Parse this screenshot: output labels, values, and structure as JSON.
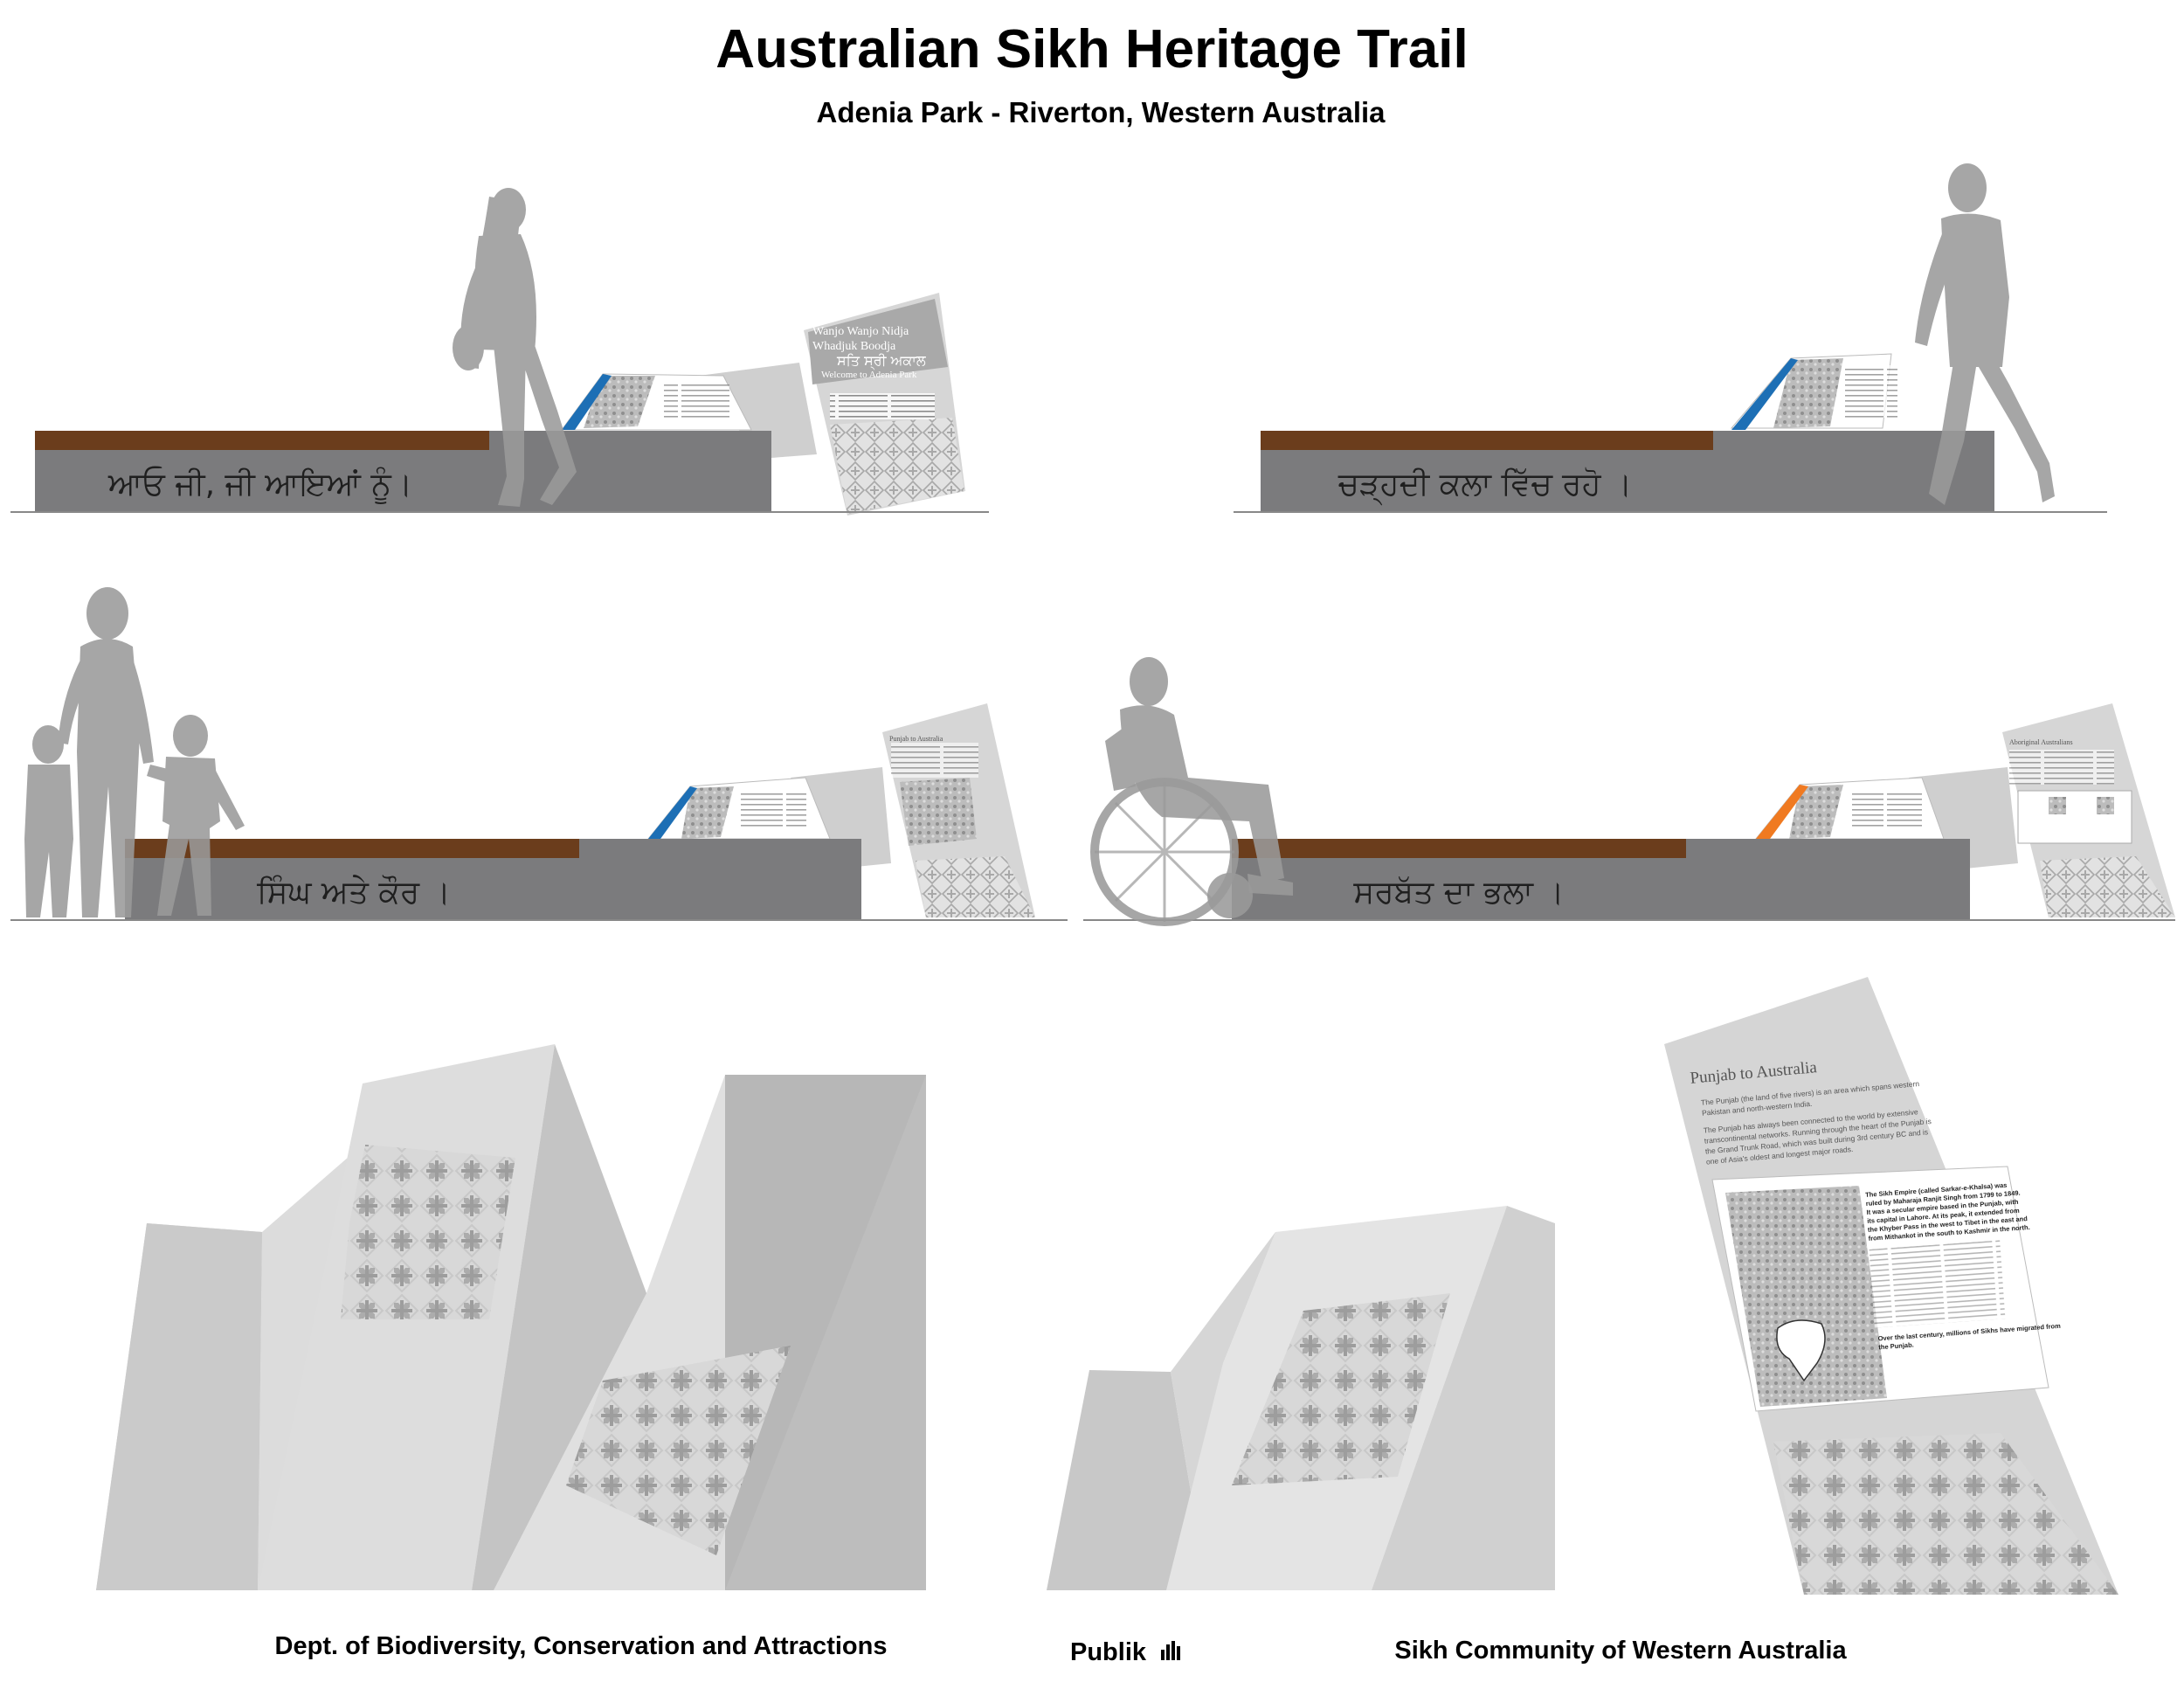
{
  "header": {
    "title": "Australian Sikh Heritage Trail",
    "subtitle": "Adenia Park - Riverton, Western Australia"
  },
  "benches": [
    {
      "inscription": "ਆਓ ਜੀ, ਜੀ ਆਇਆਂ ਨੂੰ।"
    },
    {
      "inscription": "ਚੜ੍ਹਦੀ ਕਲਾ ਵਿੱਚ ਰਹੋ ।"
    },
    {
      "inscription": "ਸਿੰਘ ਅਤੇ ਕੌਰ ।"
    },
    {
      "inscription": "ਸਰਬੱਤ ਦਾ ਭਲਾ ।"
    }
  ],
  "welcome_sign": {
    "line1": "Wanjo Wanjo Nidja",
    "line2": "Whadjuk Boodja",
    "gurmukhi": "ਸਤਿ ਸ੍ਰੀ ਅਕਾਲ",
    "caption": "Welcome to Adenia Park"
  },
  "small_panel_titles": {
    "punjab": "Punjab to Australia",
    "aboriginal": "Aboriginal Australians"
  },
  "detail_panel": {
    "title": "Punjab to Australia",
    "para1": [
      "The Punjab (the land of five rivers) is an area which spans western",
      "Pakistan and north-western India."
    ],
    "para2": [
      "The Punjab has always been connected to the world by extensive",
      "transcontinental networks. Running through the heart of the Punjab is",
      "the Grand Trunk Road, which was built during 3rd century BC and is",
      "one of Asia's oldest and longest major roads."
    ],
    "box_bold": [
      "The Sikh Empire (called Sarkar-e-Khalsa) was",
      "ruled by Maharaja Ranjit Singh from 1799 to 1849.",
      "It was a secular empire based in the Punjab, with",
      "its capital in Lahore. At its peak, it extended from",
      "the Khyber Pass in the west to Tibet in the east and",
      "from Mithankot in the south to Kashmir in the north."
    ],
    "box_closing": [
      "Over the last century, millions of Sikhs have migrated from",
      "the Punjab."
    ]
  },
  "footer": {
    "left": "Dept. of Biodiversity, Conservation and Attractions",
    "logo": "Publik",
    "right": "Sikh Community of Western Australia"
  },
  "colors": {
    "bench_wood": "#6b3d1c",
    "bench_concrete": "#7b7b7d",
    "accent_blue": "#1d6fb5",
    "accent_orange": "#f07a21",
    "silhouette": "#9a9a9a"
  }
}
